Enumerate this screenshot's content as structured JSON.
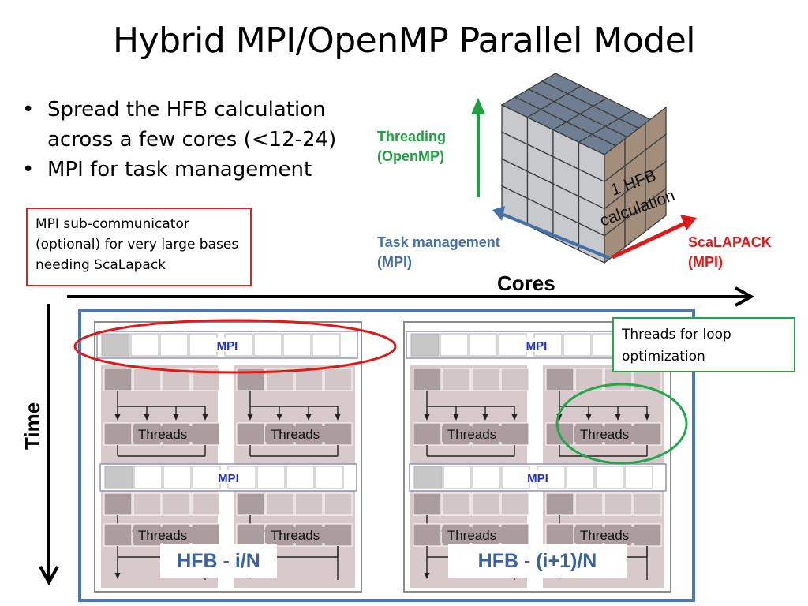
{
  "title": "Hybrid MPI/OpenMP Parallel Model",
  "bullets": [
    "Spread the HFB calculation across a few cores (<12-24)",
    "MPI for task management"
  ],
  "callouts": {
    "mpi_sub_communicator": "MPI sub-communicator (optional) for very large bases needing ScaLapack",
    "threads_loop": "Threads for loop optimization"
  },
  "cube": {
    "face_label_line1": "1 HFB",
    "face_label_line2": "calculation",
    "threading_label_line1": "Threading",
    "threading_label_line2": "(OpenMP)",
    "task_label_line1": "Task management",
    "task_label_line2": "(MPI)",
    "scalapack_label_line1": "ScaLAPACK",
    "scalapack_label_line2": "(MPI)"
  },
  "axes": {
    "cores": "Cores",
    "time": "Time"
  },
  "blocks": {
    "mpi_label": "MPI",
    "threads_label": "Threads",
    "left_label": "HFB  - i/N",
    "right_label": "HFB  - (i+1)/N"
  },
  "colors": {
    "red": "#e01818",
    "green": "#20a040",
    "blue": "#4470a8",
    "block_bg": "#d8cacb",
    "cell_dark": "#ab9c9e",
    "cube_top": "#6f7f91",
    "cube_side": "#a38e7b"
  }
}
